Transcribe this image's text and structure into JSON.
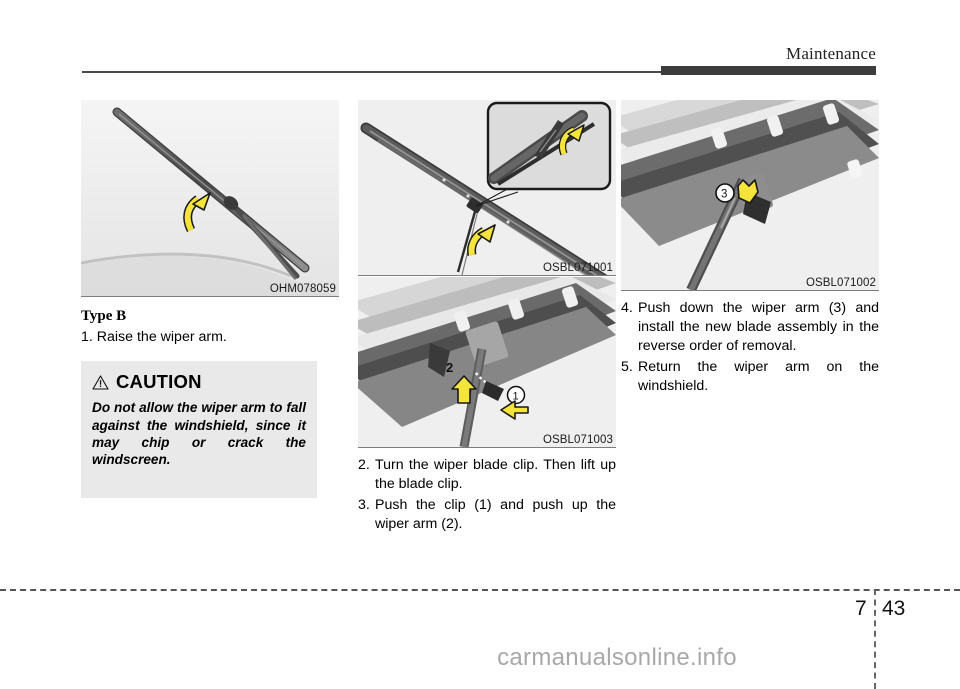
{
  "header": {
    "title": "Maintenance"
  },
  "left_column": {
    "figure": {
      "caption": "OHM078059",
      "alt": "wiper-blade-raised-illustration"
    },
    "heading": "Type B",
    "step1": "1. Raise the wiper arm.",
    "caution": {
      "icon": "warning-triangle-icon",
      "title": "CAUTION",
      "body": "Do not allow the wiper arm to fall against the windshield, since it may chip or crack the windscreen."
    }
  },
  "middle_column": {
    "figure_top": {
      "caption": "OSBL071001",
      "alt": "wiper-blade-clip-turn-illustration"
    },
    "figure_bottom": {
      "caption": "OSBL071003",
      "alt": "wiper-clip-push-illustration",
      "labels": [
        "1",
        "2"
      ]
    },
    "steps": [
      {
        "num": "2.",
        "text": "Turn the wiper blade clip. Then lift up the blade clip."
      },
      {
        "num": "3.",
        "text": "Push the clip (1) and push up the wiper arm (2)."
      }
    ]
  },
  "right_column": {
    "figure": {
      "caption": "OSBL071002",
      "alt": "wiper-arm-push-down-illustration",
      "labels": [
        "3"
      ]
    },
    "steps": [
      {
        "num": "4.",
        "text": "Push down the wiper arm (3) and install the new blade assembly in the reverse order of removal."
      },
      {
        "num": "5.",
        "text": "Return the wiper arm on the windshield."
      }
    ]
  },
  "footer": {
    "chapter": "7",
    "page": "43",
    "watermark": "carmanualsonline.info"
  },
  "colors": {
    "accent_yellow": "#f5e43c",
    "rule_dark": "#3c3c3c",
    "caution_bg": "#e9e9e9",
    "figure_bg": "#f2f2f2"
  }
}
